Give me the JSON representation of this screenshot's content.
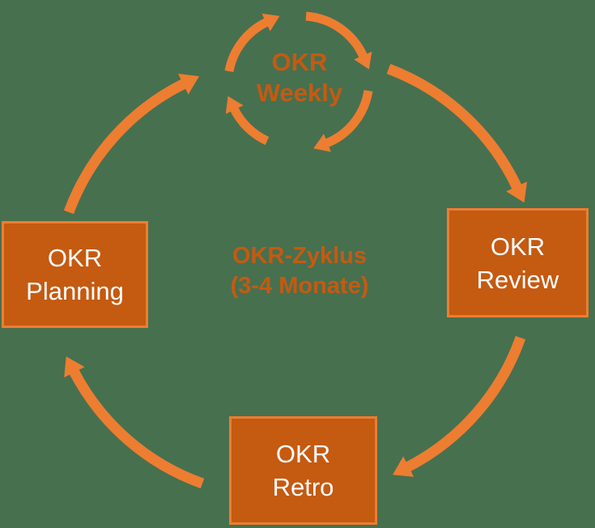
{
  "diagram": {
    "center_label": {
      "title": "OKR-Zyklus",
      "subtitle": "(3-4 Monate)"
    },
    "weekly_label": {
      "line1": "OKR",
      "line2": "Weekly"
    },
    "boxes": {
      "planning": {
        "line1": "OKR",
        "line2": "Planning"
      },
      "review": {
        "line1": "OKR",
        "line2": "Review"
      },
      "retro": {
        "line1": "OKR",
        "line2": "Retro"
      }
    }
  },
  "colors": {
    "background": "#47704F",
    "arrow": "#ED7D31",
    "box_fill": "#C55A11",
    "box_border": "#ED7D31",
    "accent_text": "#C55A11",
    "box_text": "#FFFFFF"
  }
}
